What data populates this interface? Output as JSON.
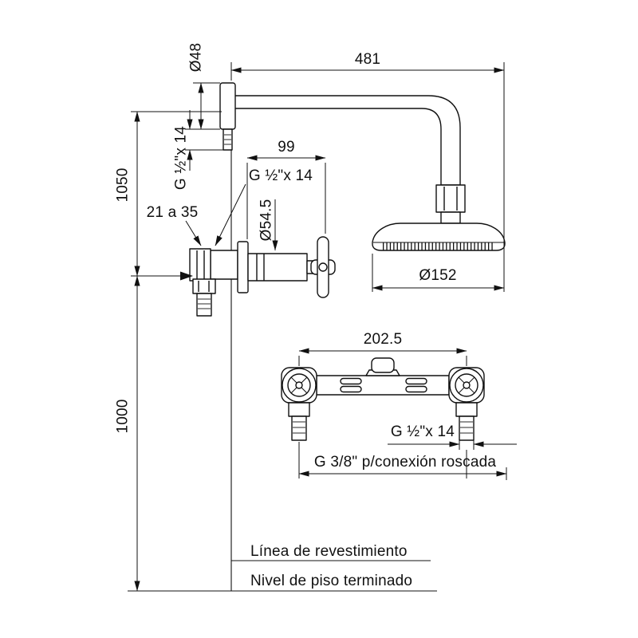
{
  "colors": {
    "line": "#111111",
    "background": "#ffffff"
  },
  "labels": {
    "dia48": "Ø48",
    "dim481": "481",
    "g12_wall": "G ½\"x 14",
    "dim99": "99",
    "g12_valve": "G ½\"x 14",
    "range21_35": "21 a 35",
    "dia545": "Ø54.5",
    "dim1050": "1050",
    "dia152": "Ø152",
    "dim2025": "202.5",
    "g12_body": "G ½\"x 14",
    "g38": "G 3/8\" p/conexión roscada",
    "dim1000": "1000",
    "linea_revestimiento": "Línea de revestimiento",
    "nivel_piso": "Nivel de piso terminado"
  }
}
